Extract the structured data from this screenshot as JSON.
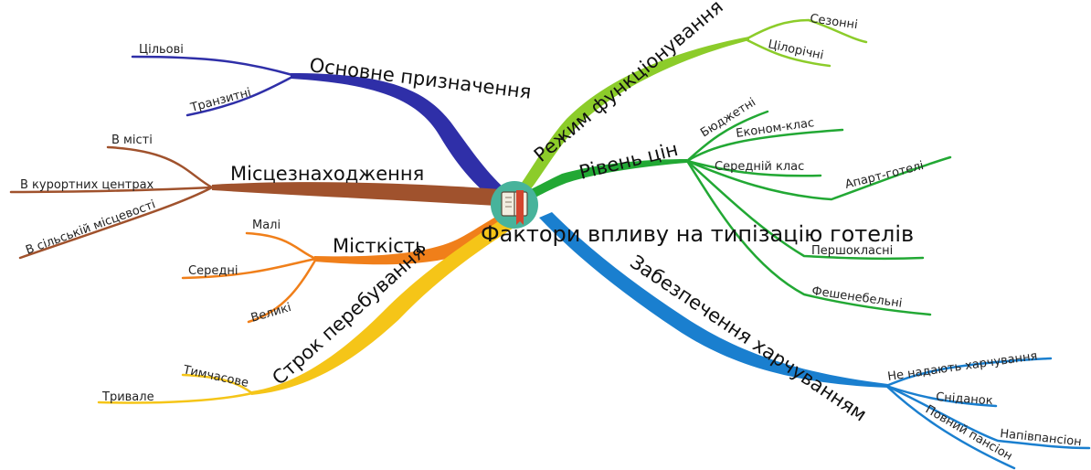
{
  "central": {
    "title": "Фактори впливу на типізацію готелів",
    "icon": "book-icon"
  },
  "colors": {
    "purpose": "#2f2fa8",
    "location": "#a0522d",
    "capacity": "#f07f1a",
    "stay": "#f5c518",
    "mode": "#8ccc2a",
    "price": "#22a834",
    "food": "#1a7fcf"
  },
  "branches": {
    "purpose": {
      "label": "Основне призначення",
      "children": [
        "Цільові",
        "Транзитні"
      ]
    },
    "location": {
      "label": "Місцезнаходження",
      "children": [
        "В місті",
        "В курортних центрах",
        "В сільській місцевості"
      ]
    },
    "capacity": {
      "label": "Місткість",
      "children": [
        "Малі",
        "Середні",
        "Великі"
      ]
    },
    "stay": {
      "label": "Строк перебування",
      "children": [
        "Тимчасове",
        "Тривале"
      ]
    },
    "mode": {
      "label": "Режим функціонування",
      "children": [
        "Сезонні",
        "Цілорічні"
      ]
    },
    "price": {
      "label": "Рівень цін",
      "children": [
        "Бюджетні",
        "Економ-клас",
        "Середній клас",
        "Апарт-готелі",
        "Першокласні",
        "Фешенебельні"
      ]
    },
    "food": {
      "label": "Забезпечення харчуванням",
      "children": [
        "Не надають харчування",
        "Сніданок",
        "Напівпансіон",
        "Повний пансіон"
      ]
    }
  }
}
